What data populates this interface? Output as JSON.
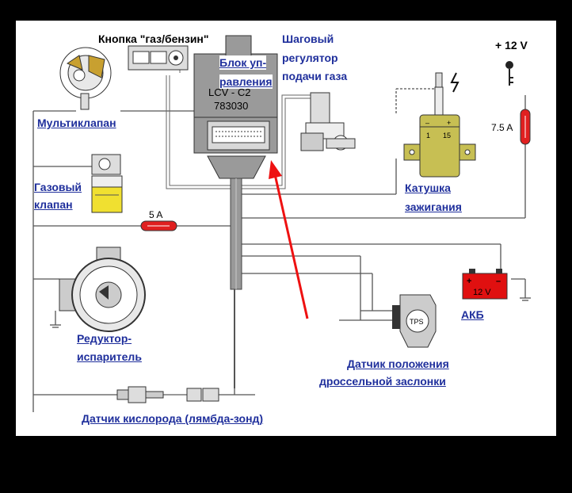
{
  "labels": {
    "gas_button": "Кнопка \"газ/бензин\"",
    "ecu_line1": "Блок уп-",
    "ecu_line2": "равления",
    "stepper_line1": "Шаговый",
    "stepper_line2": "регулятор",
    "stepper_line3": "подачи газа",
    "multivalve": "Мультиклапан",
    "gas_valve_line1": "Газовый",
    "gas_valve_line2": "клапан",
    "reducer_line1": "Редуктор-",
    "reducer_line2": "испаритель",
    "ignition_line1": "Катушка",
    "ignition_line2": "зажигания",
    "battery": "АКБ",
    "tps_line1": "Датчик положения",
    "tps_line2": "дроссельной заслонки",
    "lambda": "Датчик кислорода (лямбда-зонд)",
    "ecu_model1": "LCV - C2",
    "ecu_model2": "783030",
    "plus12v": "+ 12 V",
    "fuse_5a": "5 A",
    "fuse_7_5a": "7.5 A",
    "battery_12v": "12 V",
    "coil_1": "1",
    "coil_15": "15",
    "tps_chip": "TPS"
  },
  "colors": {
    "label": "#1f2f9c",
    "wire": "#555555",
    "arrow": "#ee1111",
    "fuse": "#e02020",
    "battery": "#e01010",
    "coil": "#c7bf53",
    "gas_valve": "#f0e030",
    "ecu": "#9a9a9a"
  }
}
